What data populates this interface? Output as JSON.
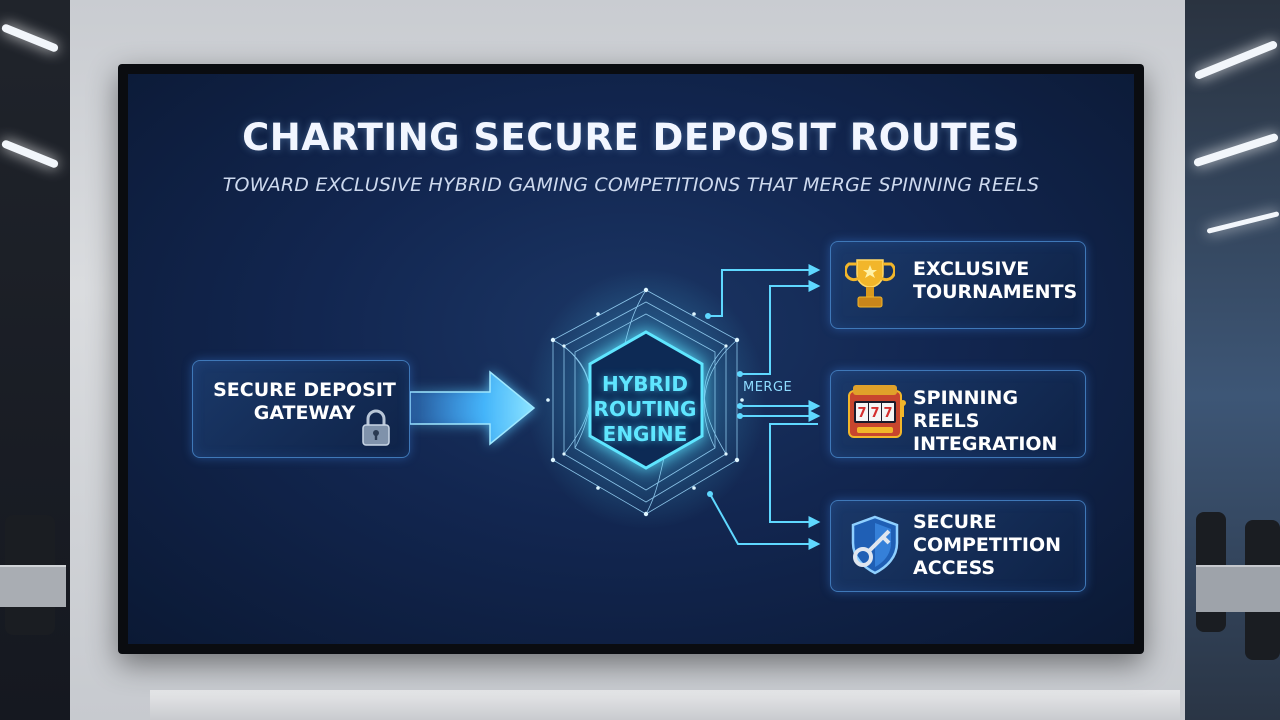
{
  "title": "CHARTING SECURE DEPOSIT ROUTES",
  "subtitle": "TOWARD EXCLUSIVE HYBRID GAMING COMPETITIONS THAT MERGE SPINNING REELS",
  "source": {
    "line1": "SECURE DEPOSIT",
    "line2": "GATEWAY",
    "icon": "padlock-icon"
  },
  "engine": {
    "line1": "HYBRID",
    "line2": "ROUTING",
    "line3": "ENGINE"
  },
  "connector_label": "MERGE",
  "outputs": [
    {
      "line1": "EXCLUSIVE",
      "line2": "TOURNAMENTS",
      "icon": "trophy-icon"
    },
    {
      "line1": "SPINNING REELS",
      "line2": "INTEGRATION",
      "icon": "slot-machine-icon"
    },
    {
      "line1": "SECURE",
      "line2": "COMPETITION",
      "line3": "ACCESS",
      "icon": "shield-key-icon"
    }
  ],
  "colors": {
    "screen_bg": "#122650",
    "accent_cyan": "#5fe6ff",
    "box_border": "#3f78b8",
    "text": "#ffffff"
  }
}
